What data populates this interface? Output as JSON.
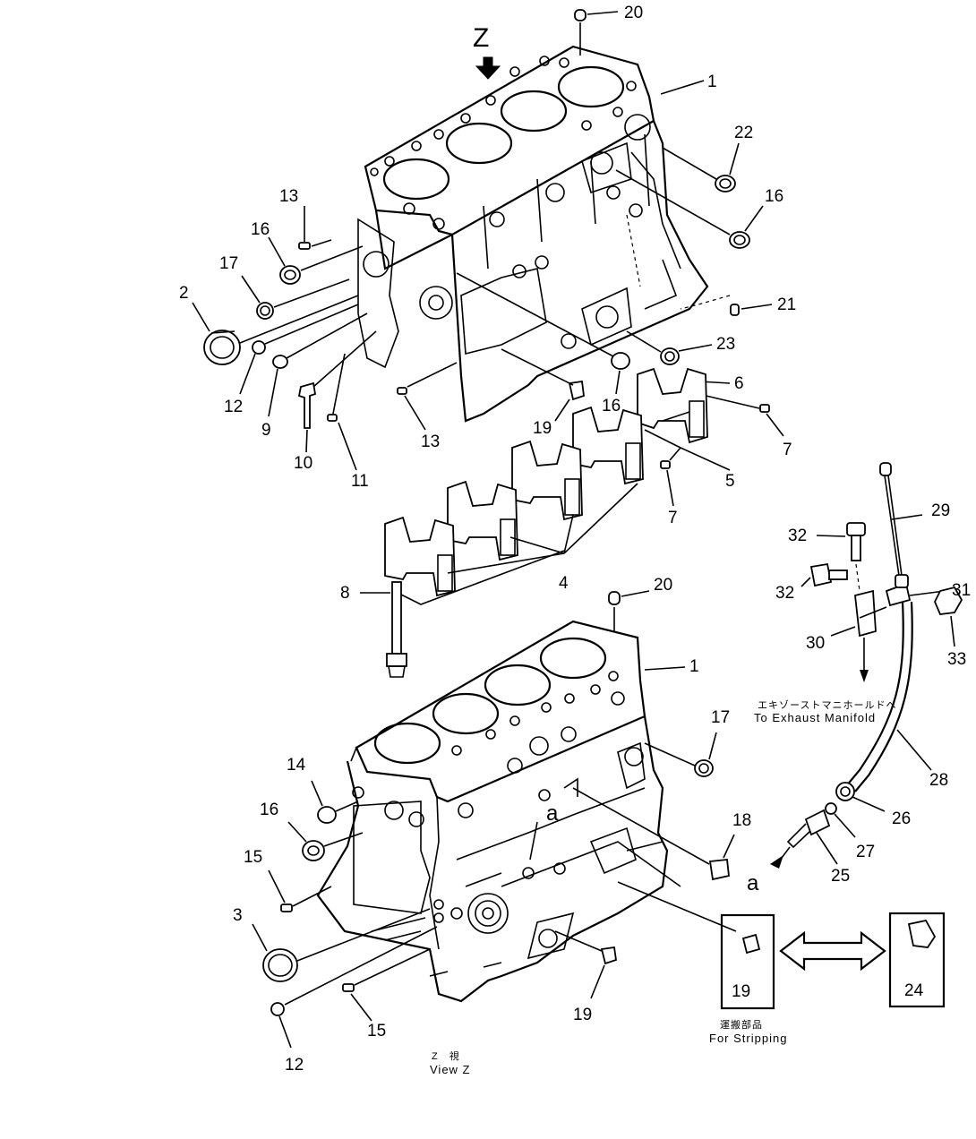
{
  "diagram": {
    "view_letter": "Z",
    "callouts": {
      "c1_top": "1",
      "c2": "2",
      "c3": "3",
      "c4": "4",
      "c5": "5",
      "c6": "6",
      "c7a": "7",
      "c7b": "7",
      "c8": "8",
      "c9": "9",
      "c10": "10",
      "c11": "11",
      "c12_top": "12",
      "c12_bot": "12",
      "c13a": "13",
      "c13b": "13",
      "c14": "14",
      "c15a": "15",
      "c15b": "15",
      "c16a": "16",
      "c16b": "16",
      "c16c": "16",
      "c16d": "16",
      "c17a": "17",
      "c17b": "17",
      "c18": "18",
      "c19a": "19",
      "c19b": "19",
      "c19c": "19",
      "c20_top": "20",
      "c20_bot": "20",
      "c1_bot": "1",
      "c21": "21",
      "c22": "22",
      "c23": "23",
      "c24": "24",
      "c25": "25",
      "c26": "26",
      "c27": "27",
      "c28": "28",
      "c29": "29",
      "c30": "30",
      "c31": "31",
      "c32a": "32",
      "c32b": "32",
      "c33": "33"
    },
    "ref_a_top": "a",
    "ref_a_bottom": "a",
    "exhaust_note_jp": "エキゾーストマニホールドへ",
    "exhaust_note_en": "To Exhaust Manifold",
    "stripping_note_jp": "運搬部品",
    "stripping_note_en": "For Stripping",
    "view_note_jp": "Z　視",
    "view_note_en": "View Z"
  }
}
